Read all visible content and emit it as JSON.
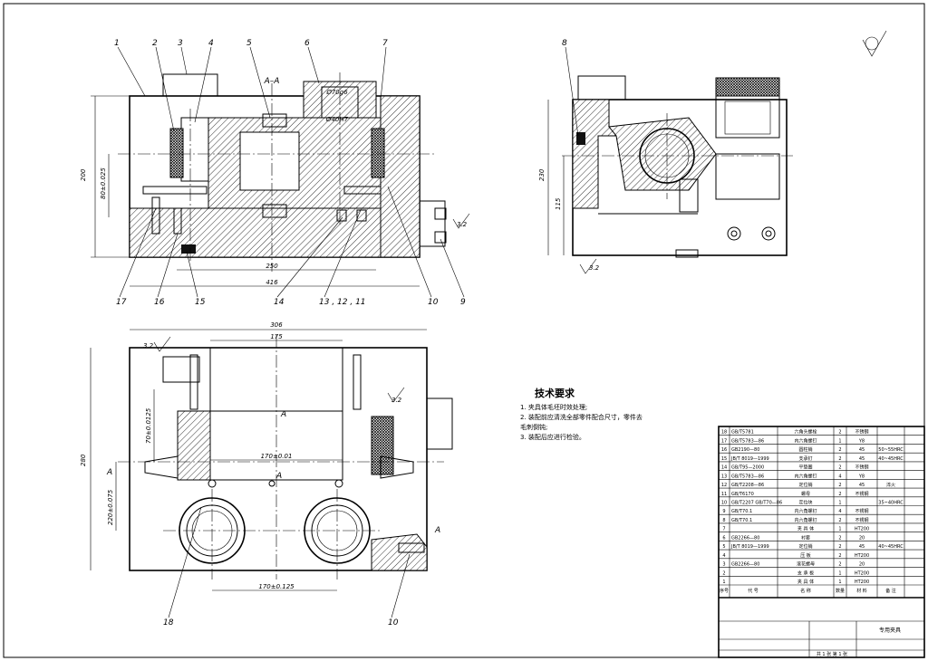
{
  "drawing": {
    "section_label": "A–A",
    "balloons_front": [
      "1",
      "2",
      "3",
      "4",
      "5",
      "6",
      "7",
      "17",
      "16",
      "15",
      "14",
      "13 , 12 , 11",
      "10",
      "9"
    ],
    "balloons_side": [
      "8"
    ],
    "balloons_plan": [
      "18",
      "10"
    ],
    "dims_front": {
      "height": "200",
      "h2": "80±0.025",
      "width1": "250",
      "width2": "416",
      "fit_top": "Ø70g6",
      "fit_mid": "Ø40H7"
    },
    "dims_side": {
      "height": "230",
      "h2": "115"
    },
    "dims_plan": {
      "width": "306",
      "w_top": "175",
      "height": "280",
      "h1": "170±0.01",
      "h2": "220±0.075",
      "h3": "70±0.0125",
      "bottom": "170±0.125"
    },
    "roughness": [
      "3.2",
      "3.2",
      "3.2",
      "3.2"
    ],
    "section_markers": [
      "A",
      "A",
      "A",
      "A"
    ],
    "tech_title": "技术要求",
    "tech_lines": [
      "1. 夹具体毛坯时效处理;",
      "2. 装配前应清洗全部零件配合尺寸，零件去",
      "毛刺倒钝;",
      "3. 装配后应进行检验。"
    ]
  },
  "title_block": {
    "rows": [
      {
        "no": "18",
        "code": "GB/T5781",
        "name": "六角头螺栓",
        "qty": "2",
        "mat": "不锈钢",
        "note": ""
      },
      {
        "no": "17",
        "code": "GB/T5783—86",
        "name": "内六角螺钉",
        "qty": "1",
        "mat": "Y8",
        "note": ""
      },
      {
        "no": "16",
        "code": "GB2190—80",
        "name": "圆柱销",
        "qty": "2",
        "mat": "45",
        "note": "50~55HRC"
      },
      {
        "no": "15",
        "code": "JB/T 8019—1999",
        "name": "支承钉",
        "qty": "2",
        "mat": "45",
        "note": "40~45HRC"
      },
      {
        "no": "14",
        "code": "GB/T95—2000",
        "name": "平垫圈",
        "qty": "2",
        "mat": "不锈钢",
        "note": ""
      },
      {
        "no": "13",
        "code": "GB/T5783—86",
        "name": "内六角螺钉",
        "qty": "4",
        "mat": "Y8",
        "note": ""
      },
      {
        "no": "12",
        "code": "GB/T2208—86",
        "name": "定位销",
        "qty": "2",
        "mat": "45",
        "note": "淬火"
      },
      {
        "no": "11",
        "code": "GB/T6170",
        "name": "螺母",
        "qty": "2",
        "mat": "不锈钢",
        "note": ""
      },
      {
        "no": "10",
        "code": "GB/T2207 GB/T70—86",
        "name": "定位块",
        "qty": "1",
        "mat": "",
        "note": "35~40HRC"
      },
      {
        "no": "9",
        "code": "GB/T70.1",
        "name": "内六角螺钉",
        "qty": "4",
        "mat": "不锈钢",
        "note": ""
      },
      {
        "no": "8",
        "code": "GB/T70.1",
        "name": "内六角螺钉",
        "qty": "2",
        "mat": "不锈钢",
        "note": ""
      },
      {
        "no": "7",
        "code": "",
        "name": "夹 具 体",
        "qty": "1",
        "mat": "HT200",
        "note": ""
      },
      {
        "no": "6",
        "code": "GB2266—80",
        "name": "衬套",
        "qty": "2",
        "mat": "20",
        "note": ""
      },
      {
        "no": "5",
        "code": "JB/T 8019—1999",
        "name": "定位销",
        "qty": "2",
        "mat": "45",
        "note": "40~45HRC"
      },
      {
        "no": "4",
        "code": "",
        "name": "压 板",
        "qty": "2",
        "mat": "HT200",
        "note": ""
      },
      {
        "no": "3",
        "code": "GB2266—80",
        "name": "滚花螺母",
        "qty": "2",
        "mat": "20",
        "note": ""
      },
      {
        "no": "2",
        "code": "",
        "name": "支 承 板",
        "qty": "1",
        "mat": "HT200",
        "note": ""
      },
      {
        "no": "1",
        "code": "",
        "name": "夹 具 体",
        "qty": "1",
        "mat": "HT200",
        "note": ""
      }
    ],
    "header": {
      "no": "序号",
      "code": "代 号",
      "name": "名 称",
      "qty": "数量",
      "mat": "材 料",
      "note": "备 注"
    },
    "drawing_name": "专用夹具",
    "sheet_info": "共 1 张  第 1 张"
  }
}
